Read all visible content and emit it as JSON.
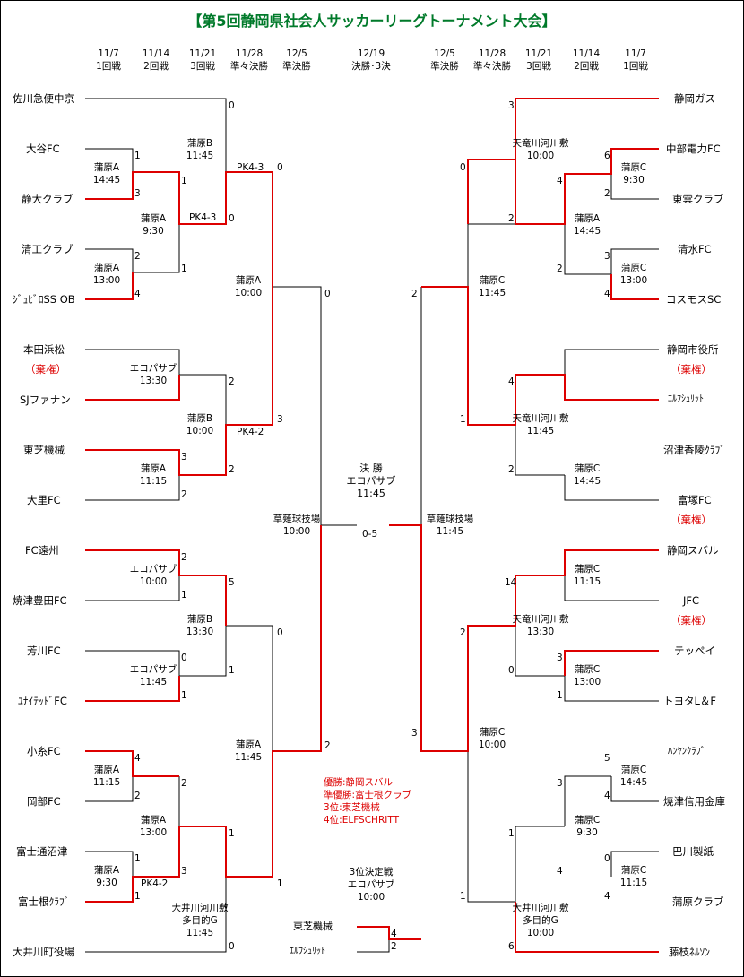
{
  "title": "【第5回静岡県社会人サッカーリーグトーナメント大会】",
  "colors": {
    "title": "#007a2a",
    "winner_line": "#dd0000",
    "line": "#000000",
    "note": "#dd0000"
  },
  "header_left": [
    {
      "date": "11/7",
      "round": "1回戦"
    },
    {
      "date": "11/14",
      "round": "2回戦"
    },
    {
      "date": "11/21",
      "round": "3回戦"
    },
    {
      "date": "11/28",
      "round": "準々決勝"
    },
    {
      "date": "12/5",
      "round": "準決勝"
    }
  ],
  "header_center": {
    "date": "12/19",
    "round": "決勝･3決"
  },
  "header_right": [
    {
      "date": "12/5",
      "round": "準決勝"
    },
    {
      "date": "11/28",
      "round": "準々決勝"
    },
    {
      "date": "11/21",
      "round": "3回戦"
    },
    {
      "date": "11/14",
      "round": "2回戦"
    },
    {
      "date": "11/7",
      "round": "1回戦"
    }
  ],
  "left_teams": [
    "佐川急便中京",
    "大谷FC",
    "静大クラブ",
    "清工クラブ",
    "ｼﾞｭﾋﾞﾛSS OB",
    "本田浜松",
    "（棄権）",
    "SJファナン",
    "東芝機械",
    "大里FC",
    "FC遠州",
    "焼津豊田FC",
    "芳川FC",
    "ﾕﾅｲﾃｯﾄﾞFC",
    "小糸FC",
    "岡部FC",
    "富士通沼津",
    "富士根ｸﾗﾌﾞ",
    "大井川町役場"
  ],
  "right_teams": [
    "静岡ガス",
    "中部電力FC",
    "東雲クラブ",
    "清水FC",
    "コスモスSC",
    "静岡市役所",
    "（棄権）",
    "ｴﾙﾌｼｭﾘｯﾄ",
    "沼津香陵ｸﾗﾌﾞ",
    "富塚FC",
    "（棄権）",
    "静岡スバル",
    "JFC",
    "（棄権）",
    "テッペイ",
    "トヨタL＆F",
    "ﾊﾝﾔﾝｸﾗﾌﾞ",
    "焼津信用金庫",
    "巴川製紙",
    "蒲原クラブ",
    "藤枝ﾈﾙｿﾝ"
  ],
  "matches": {
    "l1a_venue": "蒲原A",
    "l1a_time": "14:45",
    "l1b_venue": "蒲原A",
    "l1b_time": "13:00",
    "l2a_venue": "蒲原A",
    "l2a_time": "9:30",
    "l3a_venue": "蒲原B",
    "l3a_time": "11:45",
    "l3a_pk": "PK4-3",
    "l2a_pk": "PK4-3",
    "l2b_venue": "エコパサブ",
    "l2b_time": "13:30",
    "l2c_venue": "蒲原A",
    "l2c_time": "11:15",
    "l3b_venue": "蒲原B",
    "l3b_time": "10:00",
    "l3b_pk": "PK4-2",
    "lqf1_venue": "蒲原A",
    "lqf1_time": "10:00",
    "l2d_venue": "エコパサブ",
    "l2d_time": "10:00",
    "l2e_venue": "エコパサブ",
    "l2e_time": "11:45",
    "l3c_venue": "蒲原B",
    "l3c_time": "13:30",
    "l1c_venue": "蒲原A",
    "l1c_time": "11:15",
    "l1d_venue": "蒲原A",
    "l1d_time": "9:30",
    "l1d_pk": "PK4-2",
    "l2f_venue": "蒲原A",
    "l2f_time": "13:00",
    "l3d_venue": "大井川河川敷",
    "l3d_venue2": "多目的G",
    "l3d_time": "11:45",
    "lqf2_venue": "蒲原A",
    "lqf2_time": "11:45",
    "lsf_venue": "草薙球技場",
    "lsf_time": "10:00",
    "r3a_venue": "天竜川河川敷",
    "r3a_time": "10:00",
    "r1a_venue": "蒲原C",
    "r1a_time": "9:30",
    "r2a_venue": "蒲原A",
    "r2a_time": "14:45",
    "r1b_venue": "蒲原C",
    "r1b_time": "13:00",
    "rqf1_venue": "蒲原C",
    "rqf1_time": "11:45",
    "r3b_venue": "天竜川河川敷",
    "r3b_time": "11:45",
    "r2b_venue": "蒲原C",
    "r2b_time": "14:45",
    "rsf_venue": "草薙球技場",
    "rsf_time": "11:45",
    "r2c_venue": "蒲原C",
    "r2c_time": "11:15",
    "r3c_venue": "天竜川河川敷",
    "r3c_time": "13:30",
    "r2d_venue": "蒲原C",
    "r2d_time": "13:00",
    "rqf2_venue": "蒲原C",
    "rqf2_time": "10:00",
    "r1c_venue": "蒲原C",
    "r1c_time": "14:45",
    "r2e_venue": "蒲原C",
    "r2e_time": "9:30",
    "r1d_venue": "蒲原C",
    "r1d_time": "11:15",
    "r3d_venue": "大井川河川敷",
    "r3d_venue2": "多目的G",
    "r3d_time": "10:00"
  },
  "final": {
    "label": "決 勝",
    "venue": "エコパサブ",
    "time": "11:45",
    "score": "0-5"
  },
  "third_place": {
    "label": "3位決定戦",
    "venue": "エコパサブ",
    "time": "10:00",
    "team1": "東芝機械",
    "team2": "ｴﾙﾌｼｭﾘｯﾄ",
    "score1": "4",
    "score2": "2"
  },
  "results": [
    "優勝:静岡スバル",
    "準優勝:富士根クラブ",
    "3位:東芝機械",
    "4位:ELFSCHRITT"
  ]
}
